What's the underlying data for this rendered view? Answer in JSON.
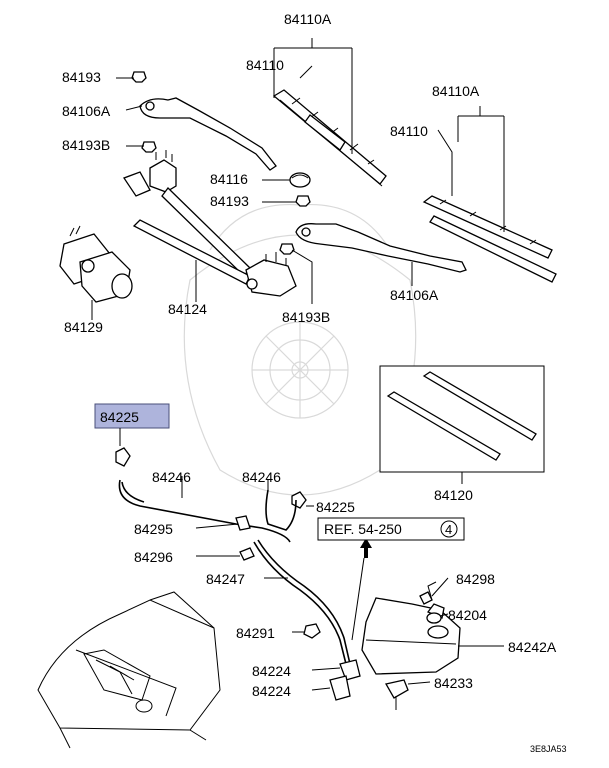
{
  "diagram": {
    "labels": {
      "p84110A_top": "84110A",
      "p84110_top": "84110",
      "p84193_a": "84193",
      "p84106A_top": "84106A",
      "p84193B_a": "84193B",
      "p84116": "84116",
      "p84193_b": "84193",
      "p84110A_right": "84110A",
      "p84110_right": "84110",
      "p84106A_right": "84106A",
      "p84129": "84129",
      "p84124": "84124",
      "p84193B_b": "84193B",
      "p84225_highlight": "84225",
      "p84246_a": "84246",
      "p84246_b": "84246",
      "p84225_b": "84225",
      "p84120": "84120",
      "p84295": "84295",
      "ref_text": "REF. 54-250",
      "ref_num": "4",
      "p84296": "84296",
      "p84247": "84247",
      "p84298": "84298",
      "p84204": "84204",
      "p84291": "84291",
      "p84242A": "84242A",
      "p84224_a": "84224",
      "p84224_b": "84224",
      "p84233": "84233",
      "diagram_code": "3E8JA53"
    },
    "colors": {
      "highlight_fill": "#aeb4dc",
      "highlight_stroke": "#4a4f7a",
      "ink": "#000000",
      "watermark": "#d9d9d9"
    }
  }
}
